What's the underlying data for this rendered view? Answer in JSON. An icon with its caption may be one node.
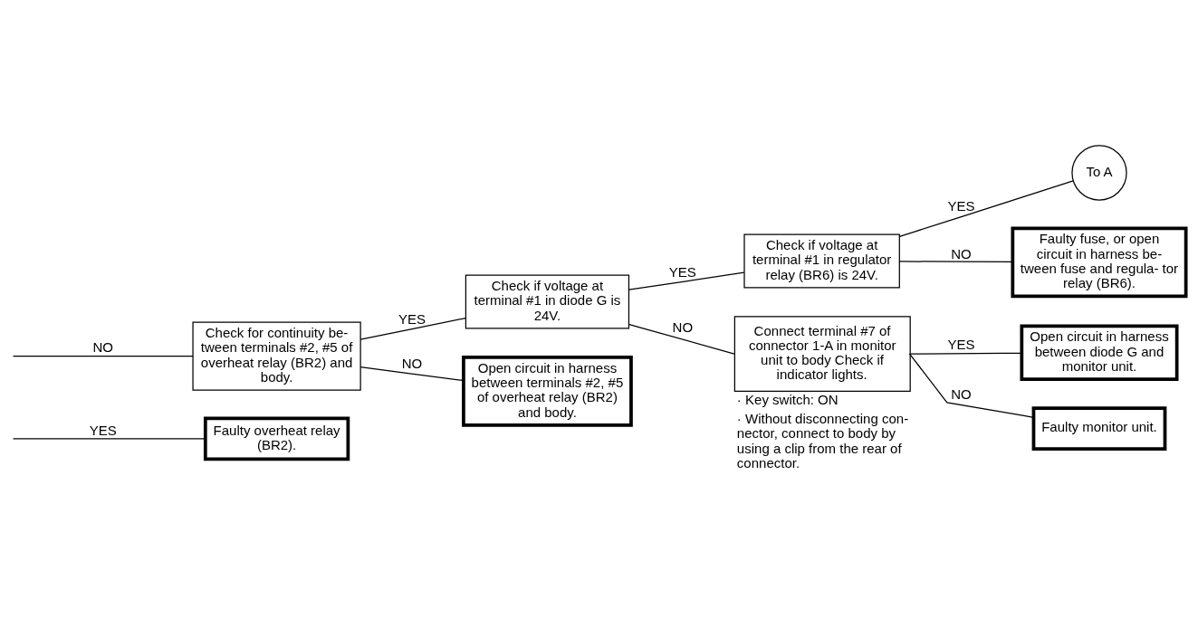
{
  "diagram": {
    "nodes": [
      {
        "text": [
          "Faulty overheat relay (BR2)."
        ]
      },
      {
        "text": [
          "To A"
        ]
      },
      {
        "text": [
          "Check if voltage at terminal #1 in regulator relay (BR6) is 24V."
        ]
      },
      {
        "text": [
          "Faulty fuse, or open circuit in harness be- tween fuse and regula- tor relay (BR6)."
        ]
      },
      {
        "text": [
          "Check if voltage at terminal #1 in diode G is 24V."
        ]
      },
      {
        "text": [
          "Connect terminal #7 of connector 1-A in monitor unit to body Check if indicator lights."
        ],
        "beside": [
          "· Key switch: ON",
          "· Without disconnecting con- nector, connect to body by using a clip from the rear of connector."
        ]
      },
      {
        "text": [
          "Open circuit in harness between diode G and monitor unit."
        ]
      },
      {
        "text": [
          "Check for continuity be- tween terminals #2, #5 of overheat relay (BR2) and body."
        ]
      },
      {
        "text": [
          "Faulty monitor unit."
        ]
      },
      {
        "text": [
          "Open circuit in harness between terminals #2, #5 of overheat relay (BR2) and body."
        ]
      }
    ],
    "edges": [
      {
        "from": null,
        "to": 0,
        "arrow": "none",
        "label": "YES"
      },
      {
        "from": null,
        "to": 7,
        "arrow": "none",
        "label": "NO"
      },
      {
        "from": 7,
        "to": 4,
        "arrow": "none",
        "label": "YES"
      },
      {
        "from": 7,
        "to": 9,
        "arrow": "none",
        "label": "NO"
      },
      {
        "from": 4,
        "to": 2,
        "arrow": "none",
        "label": "YES"
      },
      {
        "from": 4,
        "to": 5,
        "arrow": "none",
        "label": "NO"
      },
      {
        "from": 2,
        "to": 1,
        "arrow": "none",
        "label": "YES"
      },
      {
        "from": 2,
        "to": 3,
        "arrow": "none",
        "label": "NO"
      },
      {
        "from": 5,
        "to": 6,
        "arrow": "none",
        "label": "YES"
      },
      {
        "from": 5,
        "to": 8,
        "arrow": "none",
        "label": "NO"
      }
    ]
  }
}
